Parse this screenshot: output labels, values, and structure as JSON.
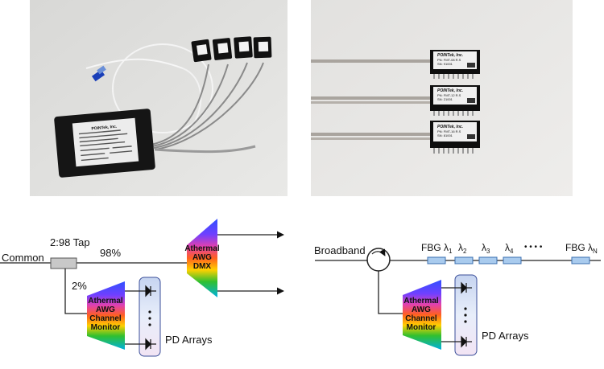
{
  "photos": {
    "left": {
      "module_label_lines": [
        "POINTek, Inc."
      ],
      "device_label_lines": []
    },
    "right": {
      "label_lines_a": [
        "POINTek, Inc.",
        "PN: FMT-08 R.S",
        "SN: 91001"
      ],
      "label_lines_b": [
        "POINTek, Inc.",
        "PN: FMT-12 R.S",
        "SN: 21001"
      ],
      "label_lines_c": [
        "POINTek, Inc.",
        "PN: FMT-16 R.S",
        "SN: 81001"
      ]
    }
  },
  "left_diagram": {
    "common": "Common",
    "tap": "2:98 Tap",
    "pct_98": "98%",
    "pct_2": "2%",
    "monitor_lines": [
      "Athermal",
      "AWG",
      "Channel",
      "Monitor"
    ],
    "dmx_lines": [
      "Athermal",
      "AWG",
      "DMX"
    ],
    "pd_arrays": "PD Arrays",
    "dots": "•\n•\n•"
  },
  "right_diagram": {
    "broadband": "Broadband",
    "fbg_first": "FBG λ",
    "fbg_first_sub": "1",
    "lambdas": [
      {
        "sym": "λ",
        "sub": "2"
      },
      {
        "sym": "λ",
        "sub": "3"
      },
      {
        "sym": "λ",
        "sub": "4"
      }
    ],
    "ellipsis": "• • • •",
    "fbg_last": "FBG λ",
    "fbg_last_sub": "N",
    "monitor_lines": [
      "Athermal",
      "AWG",
      "Channel",
      "Monitor"
    ],
    "pd_arrays": "PD Arrays"
  }
}
